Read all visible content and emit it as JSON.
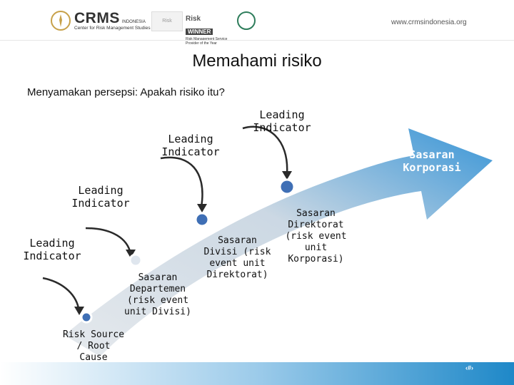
{
  "header": {
    "logo_text": "CRMS",
    "logo_suffix": "INDONESIA",
    "logo_tagline": "Center for Risk Management Studies",
    "award1_text": "Risk",
    "award2_title": "Risk",
    "award2_badge": "WINNER",
    "award2_sub": "Risk Management Service Provider of the Year",
    "website": "www.crmsindonesia.org"
  },
  "slide": {
    "title": "Memahami risiko",
    "subtitle": "Menyamakan persepsi: Apakah risiko itu?",
    "page_number": "‹#›"
  },
  "stages": [
    {
      "label": "Risk Source / Root Cause"
    },
    {
      "label": "Sasaran Departemen (risk event unit Divisi)"
    },
    {
      "label": "Sasaran Divisi (risk event unit Direktorat)"
    },
    {
      "label": "Sasaran Direktorat (risk event unit Korporasi)"
    },
    {
      "label": "Sasaran Korporasi"
    }
  ],
  "leading_labels": [
    {
      "label": "Leading Indicator"
    },
    {
      "label": "Leading Indicator"
    },
    {
      "label": "Leading Indicator"
    },
    {
      "label": "Leading Indicator"
    }
  ],
  "colors": {
    "arrow_light": "#d8dde3",
    "arrow_mid": "#3a9ad9",
    "node_blue": "#3f6fb5",
    "curve": "#2a2a2a",
    "footer": "#1e88c8"
  }
}
